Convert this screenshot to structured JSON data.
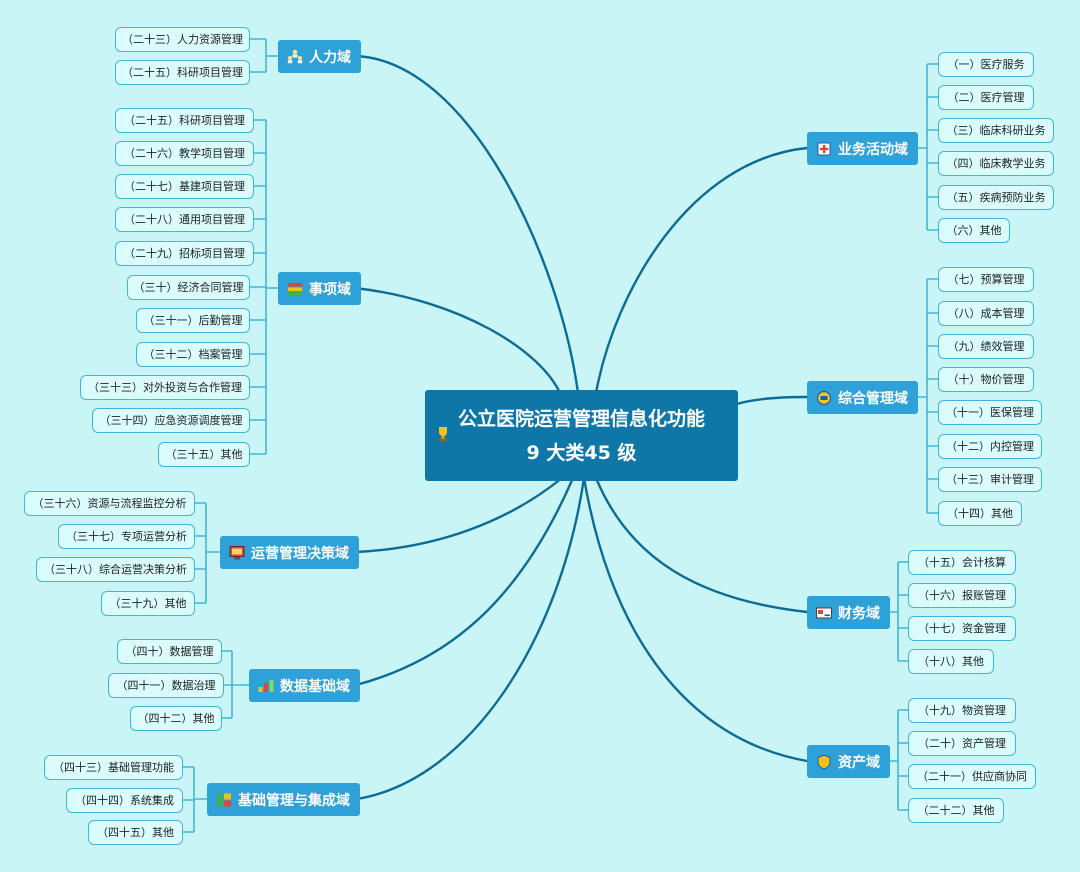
{
  "center": {
    "line1": "公立医院运营管理信息化功能",
    "line2": "9 大类45 级"
  },
  "left_domains": [
    {
      "label": "人力域",
      "icon": "people-icon",
      "items": [
        "（二十三）人力资源管理",
        "（二十五）科研项目管理"
      ]
    },
    {
      "label": "事项域",
      "icon": "books-icon",
      "items": [
        "（二十五）科研项目管理",
        "（二十六）教学项目管理",
        "（二十七）基建项目管理",
        "（二十八）通用项目管理",
        "（二十九）招标项目管理",
        "（三十）经济合同管理",
        "（三十一）后勤管理",
        "（三十二）档案管理",
        "（三十三）对外投资与合作管理",
        "（三十四）应急资源调度管理",
        "（三十五）其他"
      ]
    },
    {
      "label": "运营管理决策域",
      "icon": "monitor-icon",
      "items": [
        "（三十六）资源与流程监控分析",
        "（三十七）专项运营分析",
        "（三十八）综合运营决策分析",
        "（三十九）其他"
      ]
    },
    {
      "label": "数据基础域",
      "icon": "database-icon",
      "items": [
        "（四十）数据管理",
        "（四十一）数据治理",
        "（四十二）其他"
      ]
    },
    {
      "label": "基础管理与集成域",
      "icon": "toolbox-icon",
      "items": [
        "（四十三）基础管理功能",
        "（四十四）系统集成",
        "（四十五）其他"
      ]
    }
  ],
  "right_domains": [
    {
      "label": "业务活动域",
      "icon": "hospital-icon",
      "items": [
        "（一）医疗服务",
        "（二）医疗管理",
        "（三）临床科研业务",
        "（四）临床教学业务",
        "（五）疾病预防业务",
        "（六）其他"
      ]
    },
    {
      "label": "综合管理域",
      "icon": "badge-icon",
      "items": [
        "（七）预算管理",
        "（八）成本管理",
        "（九）绩效管理",
        "（十）物价管理",
        "（十一）医保管理",
        "（十二）内控管理",
        "（十三）审计管理",
        "（十四）其他"
      ]
    },
    {
      "label": "财务域",
      "icon": "card-icon",
      "items": [
        "（十五）会计核算",
        "（十六）报账管理",
        "（十七）资金管理",
        "（十八）其他"
      ]
    },
    {
      "label": "资产域",
      "icon": "shield-icon",
      "items": [
        "（十九）物资管理",
        "（二十）资产管理",
        "（二十一）供应商协同",
        "（二十二）其他"
      ]
    }
  ]
}
